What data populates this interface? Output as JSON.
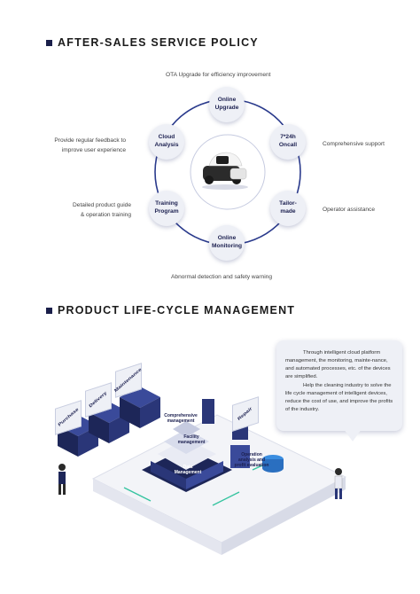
{
  "after_sales": {
    "title": "AFTER-SALES SERVICE POLICY",
    "top_caption": "OTA Upgrade for efficiency improvement",
    "bottom_caption": "Abnormal detection and safety warning",
    "left_caption_1": "Provide regular feedback to\nimprove user experience",
    "left_caption_2": "Detailed product guide\n& operation training",
    "right_caption_1": "Comprehensive support",
    "right_caption_2": "Operator assistance",
    "nodes": {
      "online_upgrade": "Online\nUpgrade",
      "oncall": "7*24h\nOncall",
      "tailor_made": "Tailor-\nmade",
      "online_monitoring": "Online\nMonitoring",
      "training_program": "Training\nProgram",
      "cloud_analysis": "Cloud\nAnalysis"
    }
  },
  "lifecycle": {
    "title": "PRODUCT LIFE-CYCLE MANAGEMENT",
    "bubble_p1": "Through intelligent cloud platform management, the monitoring, mainte-nance, and automated processes, etc. of the devices are simplified.",
    "bubble_p2": "Help the cleaning industry to solve the life cycle management of intelligent devices, reduce the cost of use, and improve the profits of the industry.",
    "flags": {
      "purchase": "Purchase",
      "delivery": "Delivery",
      "maintenance": "Maintenance",
      "repair": "Repair"
    },
    "labels_3d": {
      "comprehensive": "Comprehensive\nmanagement",
      "facility": "Facility\nmanagement",
      "data": "Data\nManagement",
      "operation": "Operation\nanalysis and\nprofit evaluation"
    }
  },
  "colors": {
    "navy": "#1c2050",
    "ring": "#2a3a8c",
    "panel": "#eef0f6"
  }
}
